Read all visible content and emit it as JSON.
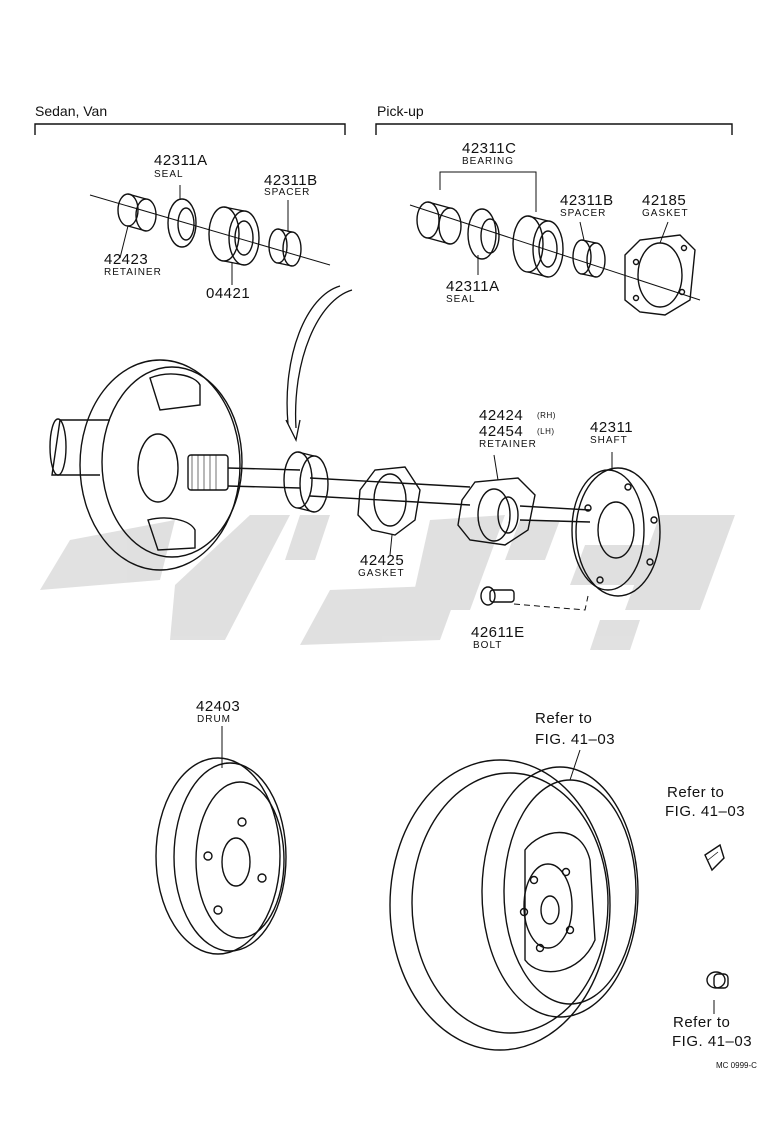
{
  "headers": {
    "sedan_van": "Sedan, Van",
    "pickup": "Pick-up"
  },
  "parts": [
    {
      "id": "p1",
      "number": "42311A",
      "name": "SEAL"
    },
    {
      "id": "p2",
      "number": "42311B",
      "name": "SPACER"
    },
    {
      "id": "p3",
      "number": "42423",
      "name": "RETAINER"
    },
    {
      "id": "p4",
      "number": "04421",
      "name": ""
    },
    {
      "id": "p5",
      "number": "42311C",
      "name": "BEARING"
    },
    {
      "id": "p6",
      "number": "42311B",
      "name": "SPACER"
    },
    {
      "id": "p7",
      "number": "42185",
      "name": "GASKET"
    },
    {
      "id": "p8",
      "number": "42311A",
      "name": "SEAL"
    },
    {
      "id": "p9",
      "number": "42424",
      "name": ""
    },
    {
      "id": "p10",
      "number": "42454",
      "name": "RETAINER"
    },
    {
      "id": "p11",
      "number": "42311",
      "name": "SHAFT"
    },
    {
      "id": "p12",
      "number": "42425",
      "name": "GASKET"
    },
    {
      "id": "p13",
      "number": "42611E",
      "name": "BOLT"
    },
    {
      "id": "p14",
      "number": "42403",
      "name": "DRUM"
    }
  ],
  "side_tags": {
    "rh": "(RH)",
    "lh": "(LH)"
  },
  "refs": [
    {
      "line1": "Refer to",
      "line2": "FIG. 41–03"
    },
    {
      "line1": "Refer to",
      "line2": "FIG. 41–03"
    },
    {
      "line1": "Refer to",
      "line2": "FIG. 41–03"
    }
  ],
  "catalog_code": "MC 0999-C",
  "watermark_color": "#c8c8c8"
}
